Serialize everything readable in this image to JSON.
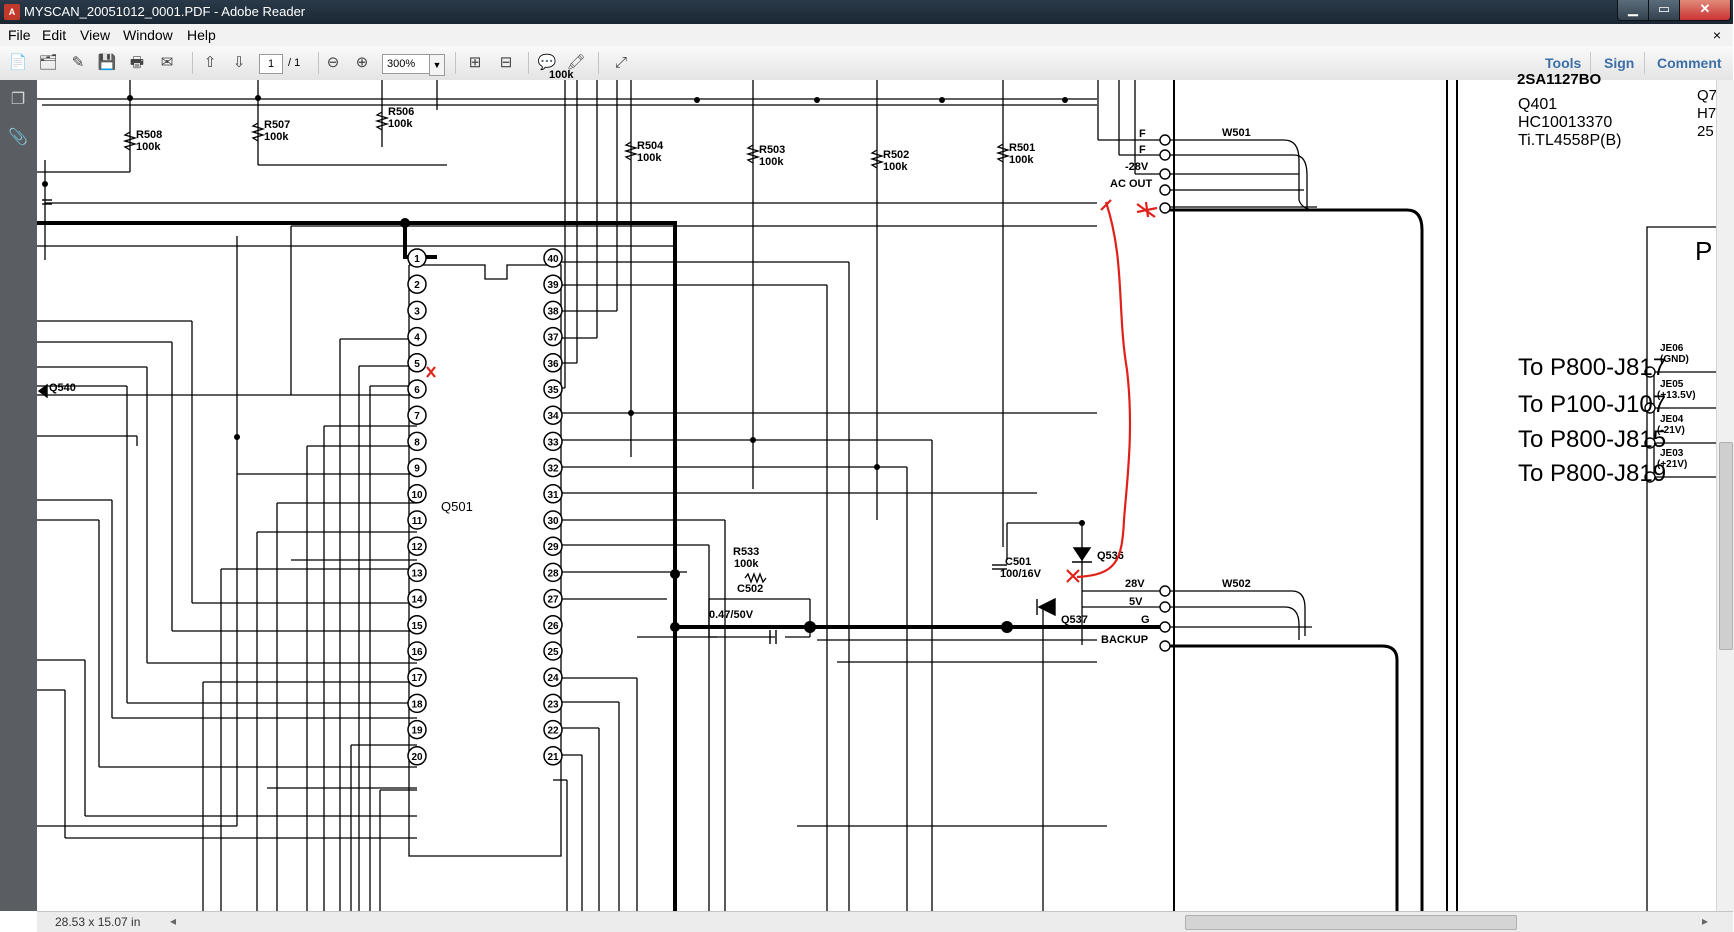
{
  "window": {
    "title": "MYSCAN_20051012_0001.PDF - Adobe Reader",
    "icon": "pdf-icon",
    "controls": {
      "minimize": "▁",
      "maximize": "▭",
      "close": "✕"
    }
  },
  "menubar": {
    "items": [
      "File",
      "Edit",
      "View",
      "Window",
      "Help"
    ],
    "close_doc": "×"
  },
  "toolbar": {
    "page_current": "1",
    "page_total": "/ 1",
    "zoom": "300%",
    "right_links": [
      "Tools",
      "Sign",
      "Comment"
    ],
    "accent_color": "#3c6fa6"
  },
  "statusbar": {
    "page_size": "28.53 x 15.07 in"
  },
  "schematic": {
    "labels": {
      "header_100k": "100k",
      "part_code": "2SA1127BO",
      "q401": "Q401",
      "hc": "HC10013370",
      "ti": "Ti.TL4558P(B)",
      "q7": "Q7",
      "h7": "H7",
      "n25": "25",
      "big_p": "P",
      "q501": "Q501",
      "q540": "Q540",
      "q536": "Q536",
      "q537": "Q537",
      "c501a": "C501",
      "c501b": "100/16V",
      "r533a": "R533",
      "r533b": "100k",
      "c502": "C502",
      "c502v": "0.47/50V",
      "w501": "W501",
      "w502": "W502",
      "f1": "F",
      "f2": "F",
      "neg28v": "-28V",
      "acout": "AC OUT",
      "v28": "28V",
      "v5": "5V",
      "g": "G",
      "backup": "BACKUP"
    },
    "resistors": [
      {
        "ref": "R508",
        "val": "100k"
      },
      {
        "ref": "R507",
        "val": "100k"
      },
      {
        "ref": "R506",
        "val": "100k"
      },
      {
        "ref": "R504",
        "val": "100k"
      },
      {
        "ref": "R503",
        "val": "100k"
      },
      {
        "ref": "R502",
        "val": "100k"
      },
      {
        "ref": "R501",
        "val": "100k"
      }
    ],
    "left_pins": [
      "1",
      "2",
      "3",
      "4",
      "5",
      "6",
      "7",
      "8",
      "9",
      "10",
      "11",
      "12",
      "13",
      "14",
      "15",
      "16",
      "17",
      "18",
      "19",
      "20"
    ],
    "right_pins": [
      "40",
      "39",
      "38",
      "37",
      "36",
      "35",
      "34",
      "33",
      "32",
      "31",
      "30",
      "29",
      "28",
      "27",
      "26",
      "25",
      "24",
      "23",
      "22",
      "21"
    ],
    "connections": [
      {
        "to": "To P800-J817",
        "je": "JE06",
        "sig": "(GND)"
      },
      {
        "to": "To P100-J107",
        "je": "JE05",
        "sig": "(+13.5V)"
      },
      {
        "to": "To P800-J815",
        "je": "JE04",
        "sig": "(-21V)"
      },
      {
        "to": "To P800-J819",
        "je": "JE03",
        "sig": "(+21V)"
      }
    ],
    "annotation_color": "#e0201a"
  }
}
